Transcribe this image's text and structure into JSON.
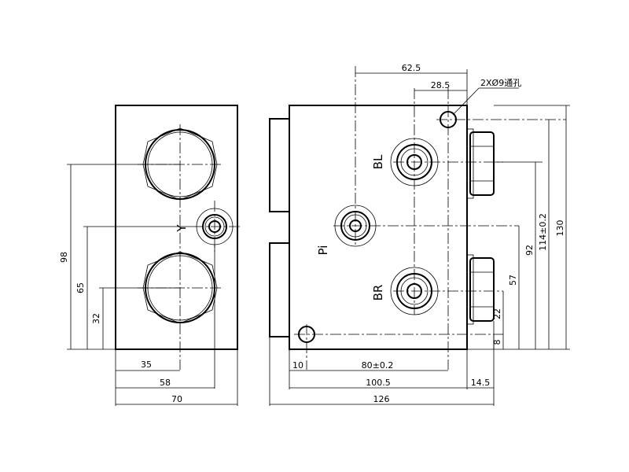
{
  "left_view": {
    "port_label": "Y",
    "dims": {
      "h98": "98",
      "h65": "65",
      "h32": "32",
      "w35": "35",
      "w58": "58",
      "w70": "70"
    }
  },
  "right_view": {
    "ports": {
      "bl": "BL",
      "br": "BR",
      "pi": "Pi"
    },
    "note_hole": "2XØ9通孔",
    "dims": {
      "top_62_5": "62.5",
      "top_28_5": "28.5",
      "v130": "130",
      "v114": "114±0.2",
      "v92": "92",
      "v57": "57",
      "v22": "22",
      "v8": "8",
      "b10": "10",
      "b80": "80±0.2",
      "b100_5": "100.5",
      "b14_5": "14.5",
      "b126": "126"
    }
  }
}
